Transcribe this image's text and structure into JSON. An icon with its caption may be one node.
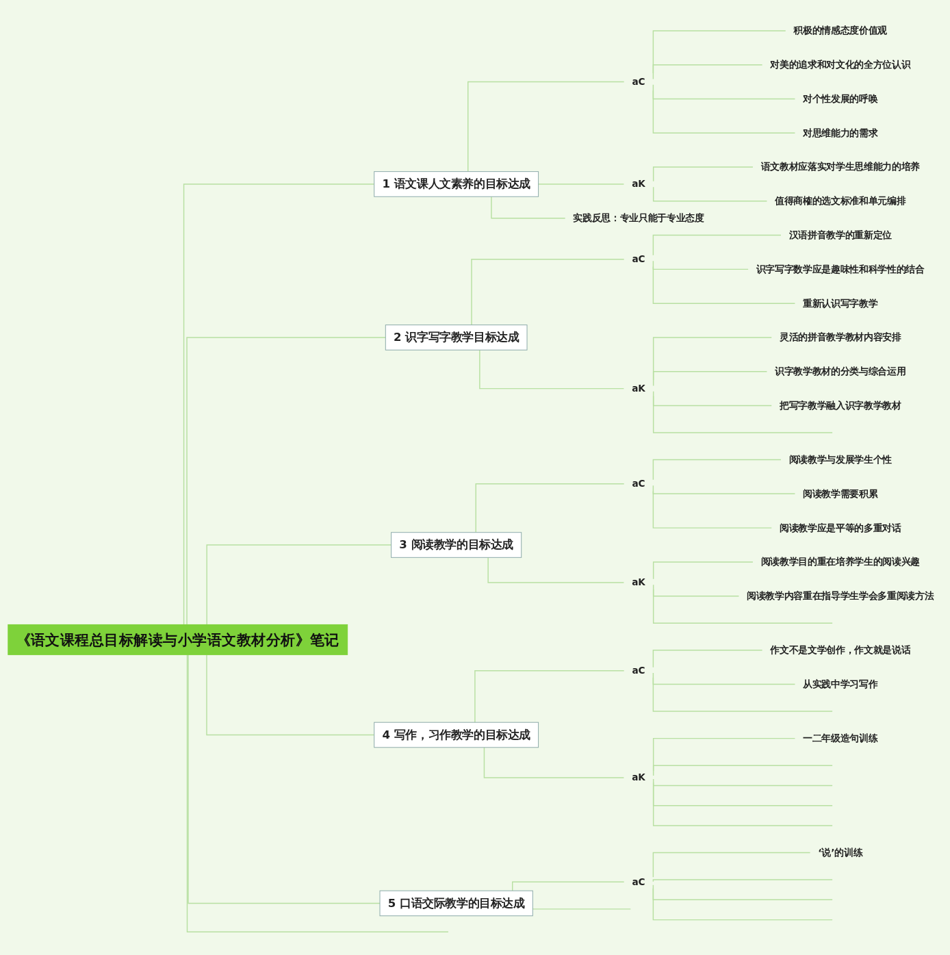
{
  "diagram": {
    "nodes": [
      {
        "text": [
          "《语文课程总目标解读与小学语文教材分析》笔记"
        ]
      },
      {
        "text": [
          "1",
          "语文课人文素养的目标达成"
        ]
      },
      {
        "text": [
          "aC"
        ]
      },
      {
        "text": [
          "积极的情感态度价值观"
        ]
      },
      {
        "text": [
          "对美的追求和对文化的全方位认识"
        ]
      },
      {
        "text": [
          "对个性发展的呼唤"
        ]
      },
      {
        "text": [
          "对思维能力的需求"
        ]
      },
      {
        "text": [
          "aK"
        ]
      },
      {
        "text": [
          "语文教材应落实对学生思维能力的培养"
        ]
      },
      {
        "text": [
          "值得商榷的选文标准和单元编排"
        ]
      },
      {
        "text": [
          "实践反思：专业只能于专业态度"
        ]
      },
      {
        "text": [
          "2",
          "识字写字教学目标达成"
        ]
      },
      {
        "text": [
          "aC"
        ]
      },
      {
        "text": [
          "汉语拼音教学的重新定位"
        ]
      },
      {
        "text": [
          "识字写字数学应是趣味性和科学性的结合"
        ]
      },
      {
        "text": [
          "重新认识写字教学"
        ]
      },
      {
        "text": [
          "aK"
        ]
      },
      {
        "text": [
          "灵活的拼音教学教材内容安排"
        ]
      },
      {
        "text": [
          "识字教学教材的分类与综合运用"
        ]
      },
      {
        "text": [
          "把写字教学融入识字教学教材"
        ]
      },
      {
        "text": [
          "3",
          "阅读教学的目标达成"
        ]
      },
      {
        "text": [
          "aC"
        ]
      },
      {
        "text": [
          "阅读教学与发展学生个性"
        ]
      },
      {
        "text": [
          "阅读教学需要积累"
        ]
      },
      {
        "text": [
          "阅读教学应是平等的多重对话"
        ]
      },
      {
        "text": [
          "aK"
        ]
      },
      {
        "text": [
          "阅读教学目的重在培养学生的阅读兴趣"
        ]
      },
      {
        "text": [
          "阅读教学内容重在指导学生学会多重阅读方法"
        ]
      },
      {
        "text": [
          "4",
          "写作，习作教学的目标达成"
        ]
      },
      {
        "text": [
          "aC"
        ]
      },
      {
        "text": [
          "作文不是文学创作，作文就是说话"
        ]
      },
      {
        "text": [
          "从实践中学习写作"
        ]
      },
      {
        "text": [
          "aK"
        ]
      },
      {
        "text": [
          "一二年级造句训练"
        ]
      },
      {
        "text": [
          "5",
          "口语交际教学的目标达成"
        ]
      },
      {
        "text": [
          "aC"
        ]
      },
      {
        "text": [
          "‘说’的训练"
        ]
      }
    ],
    "edges": [
      {
        "from": 0,
        "to": 1,
        "arrow": "none"
      },
      {
        "from": 1,
        "to": 2,
        "arrow": "none"
      },
      {
        "from": 2,
        "to": 3,
        "arrow": "none"
      },
      {
        "from": 2,
        "to": 4,
        "arrow": "none"
      },
      {
        "from": 2,
        "to": 5,
        "arrow": "none"
      },
      {
        "from": 2,
        "to": 6,
        "arrow": "none"
      },
      {
        "from": 1,
        "to": 7,
        "arrow": "none"
      },
      {
        "from": 7,
        "to": 8,
        "arrow": "none"
      },
      {
        "from": 7,
        "to": 9,
        "arrow": "none"
      },
      {
        "from": 1,
        "to": 10,
        "arrow": "none"
      },
      {
        "from": 0,
        "to": 11,
        "arrow": "none"
      },
      {
        "from": 11,
        "to": 12,
        "arrow": "none"
      },
      {
        "from": 12,
        "to": 13,
        "arrow": "none"
      },
      {
        "from": 12,
        "to": 14,
        "arrow": "none"
      },
      {
        "from": 12,
        "to": 15,
        "arrow": "none"
      },
      {
        "from": 11,
        "to": 16,
        "arrow": "none"
      },
      {
        "from": 16,
        "to": 17,
        "arrow": "none"
      },
      {
        "from": 16,
        "to": 18,
        "arrow": "none"
      },
      {
        "from": 16,
        "to": 19,
        "arrow": "none"
      },
      {
        "from": 16,
        "to": null,
        "arrow": "none"
      },
      {
        "from": 0,
        "to": 20,
        "arrow": "none"
      },
      {
        "from": 20,
        "to": 21,
        "arrow": "none"
      },
      {
        "from": 21,
        "to": 22,
        "arrow": "none"
      },
      {
        "from": 21,
        "to": 23,
        "arrow": "none"
      },
      {
        "from": 21,
        "to": 24,
        "arrow": "none"
      },
      {
        "from": 20,
        "to": 25,
        "arrow": "none"
      },
      {
        "from": 25,
        "to": 26,
        "arrow": "none"
      },
      {
        "from": 25,
        "to": 27,
        "arrow": "none"
      },
      {
        "from": 25,
        "to": null,
        "arrow": "none"
      },
      {
        "from": 0,
        "to": 28,
        "arrow": "none"
      },
      {
        "from": 28,
        "to": 29,
        "arrow": "none"
      },
      {
        "from": 29,
        "to": 30,
        "arrow": "none"
      },
      {
        "from": 29,
        "to": 31,
        "arrow": "none"
      },
      {
        "from": 29,
        "to": null,
        "arrow": "none"
      },
      {
        "from": 28,
        "to": 32,
        "arrow": "none"
      },
      {
        "from": 32,
        "to": 33,
        "arrow": "none"
      },
      {
        "from": 32,
        "to": null,
        "arrow": "none"
      },
      {
        "from": 32,
        "to": null,
        "arrow": "none"
      },
      {
        "from": 32,
        "to": null,
        "arrow": "none"
      },
      {
        "from": 32,
        "to": null,
        "arrow": "none"
      },
      {
        "from": 0,
        "to": 34,
        "arrow": "none"
      },
      {
        "from": 34,
        "to": 35,
        "arrow": "none"
      },
      {
        "from": 35,
        "to": 36,
        "arrow": "none"
      },
      {
        "from": 35,
        "to": null,
        "arrow": "none"
      },
      {
        "from": 35,
        "to": null,
        "arrow": "none"
      },
      {
        "from": 35,
        "to": null,
        "arrow": "none"
      },
      {
        "from": 34,
        "to": null,
        "arrow": "none"
      },
      {
        "from": 0,
        "to": null,
        "arrow": "none"
      }
    ]
  }
}
